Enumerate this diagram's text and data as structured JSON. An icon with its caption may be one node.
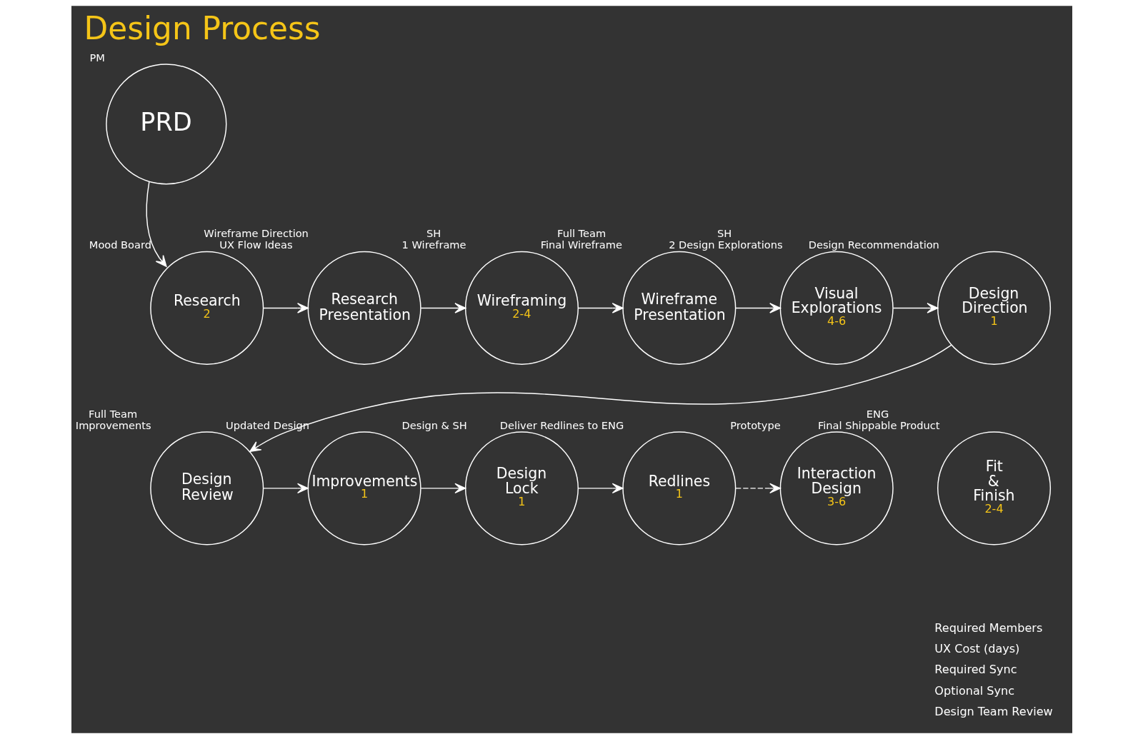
{
  "diagram": {
    "title": "Design Process",
    "nodes": [
      {
        "text": [
          "PRD"
        ],
        "beside": [
          "PM"
        ]
      },
      {
        "text": [
          "Research",
          "2"
        ],
        "beside": [
          "Mood Board"
        ]
      },
      {
        "text": [
          "Research Presentation"
        ],
        "beside": [
          "Wireframe Direction",
          "UX Flow Ideas"
        ]
      },
      {
        "text": [
          "Wireframing",
          "2-4"
        ],
        "beside": [
          "SH",
          "1 Wireframe"
        ]
      },
      {
        "text": [
          "Wireframe Presentation"
        ],
        "beside": [
          "Full Team",
          "Final Wireframe"
        ]
      },
      {
        "text": [
          "Visual Explorations",
          "4-6"
        ],
        "beside": [
          "SH",
          "2 Design Explorations"
        ]
      },
      {
        "text": [
          "Design Direction",
          "1"
        ],
        "beside": [
          "Design Recommendation"
        ]
      },
      {
        "text": [
          "Design Review"
        ],
        "beside": [
          "Full Team",
          "Improvements"
        ]
      },
      {
        "text": [
          "Improvements",
          "1"
        ],
        "beside": [
          "Updated Design"
        ]
      },
      {
        "text": [
          "Design Lock",
          "1"
        ],
        "beside": [
          "Design & SH"
        ]
      },
      {
        "text": [
          "Redlines",
          "1"
        ],
        "beside": [
          "Deliver Redlines to ENG"
        ]
      },
      {
        "text": [
          "Interaction Design",
          "3-6"
        ],
        "beside": [
          "Prototype"
        ]
      },
      {
        "text": [
          "Fit & Finish",
          "2-4"
        ],
        "beside": [
          "ENG",
          "Final Shippable Product"
        ]
      }
    ],
    "edges": [
      {
        "from": 0,
        "to": 1,
        "arrow": "to"
      },
      {
        "from": 1,
        "to": 2,
        "arrow": "to"
      },
      {
        "from": 2,
        "to": 3,
        "arrow": "to"
      },
      {
        "from": 3,
        "to": 4,
        "arrow": "to"
      },
      {
        "from": 4,
        "to": 5,
        "arrow": "to"
      },
      {
        "from": 5,
        "to": 6,
        "arrow": "to"
      },
      {
        "from": 6,
        "to": 7,
        "arrow": "to"
      },
      {
        "from": 7,
        "to": 8,
        "arrow": "to"
      },
      {
        "from": 8,
        "to": 9,
        "arrow": "to"
      },
      {
        "from": 9,
        "to": 10,
        "arrow": "to"
      },
      {
        "from": 10,
        "to": 11,
        "arrow": "to",
        "style": "dashed"
      }
    ],
    "legend": [
      {
        "text": "Required Members"
      },
      {
        "text": "UX Cost (days)"
      },
      {
        "text": "Required Sync"
      },
      {
        "text": "Optional Sync"
      },
      {
        "text": "Design Team Review"
      }
    ]
  }
}
